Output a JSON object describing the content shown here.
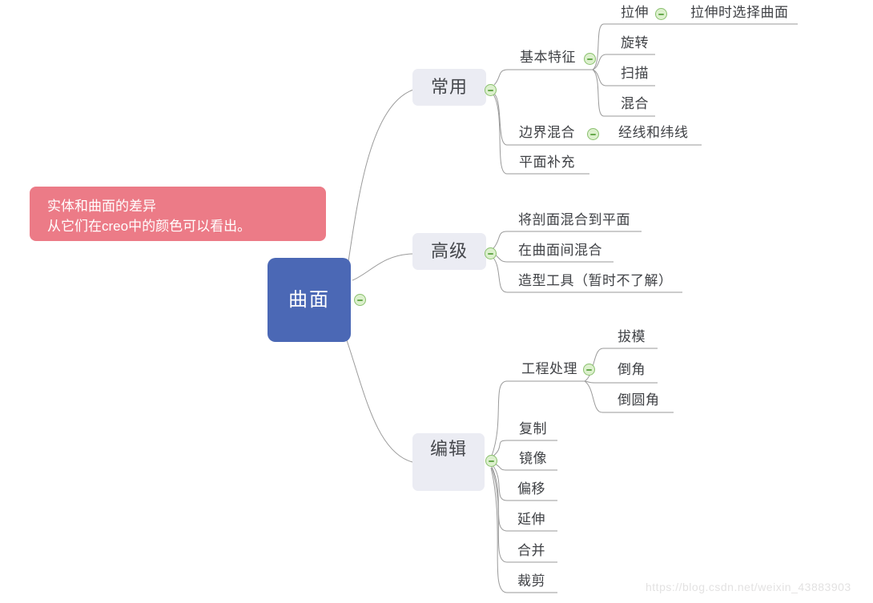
{
  "root": {
    "label": "曲面"
  },
  "note": {
    "line1": "实体和曲面的差异",
    "line2": "从它们在creo中的颜色可以看出。"
  },
  "branches": [
    {
      "label": "常用",
      "children": [
        {
          "label": "基本特征",
          "children": [
            {
              "label": "拉伸",
              "children": [
                {
                  "label": "拉伸时选择曲面"
                }
              ]
            },
            {
              "label": "旋转"
            },
            {
              "label": "扫描"
            },
            {
              "label": "混合"
            }
          ]
        },
        {
          "label": "边界混合",
          "children": [
            {
              "label": "经线和纬线"
            }
          ]
        },
        {
          "label": "平面补充"
        }
      ]
    },
    {
      "label": "高级",
      "children": [
        {
          "label": "将剖面混合到平面"
        },
        {
          "label": "在曲面间混合"
        },
        {
          "label": "造型工具（暂时不了解）"
        }
      ]
    },
    {
      "label": "编辑",
      "children": [
        {
          "label": "工程处理",
          "children": [
            {
              "label": "拔模"
            },
            {
              "label": "倒角"
            },
            {
              "label": "倒圆角"
            }
          ]
        },
        {
          "label": "复制"
        },
        {
          "label": "镜像"
        },
        {
          "label": "偏移"
        },
        {
          "label": "延伸"
        },
        {
          "label": "合并"
        },
        {
          "label": "裁剪"
        }
      ]
    }
  ],
  "watermark": "https://blog.csdn.net/weixin_43883903",
  "icons": {
    "collapse": "minus-circle"
  },
  "colors": {
    "root_bg": "#4b68b5",
    "root_text": "#ffffff",
    "note_bg": "#ec7b87",
    "note_text": "#ffffff",
    "topic_bg": "#ebecf3",
    "topic_text": "#45474c",
    "leaf_text": "#3f4145",
    "connector": "#9a9a9a",
    "collapse_fill": "#dcf0cd",
    "collapse_border": "#8ac06e",
    "collapse_dash": "#67a94d",
    "watermark_text": "#e3e2e2"
  }
}
